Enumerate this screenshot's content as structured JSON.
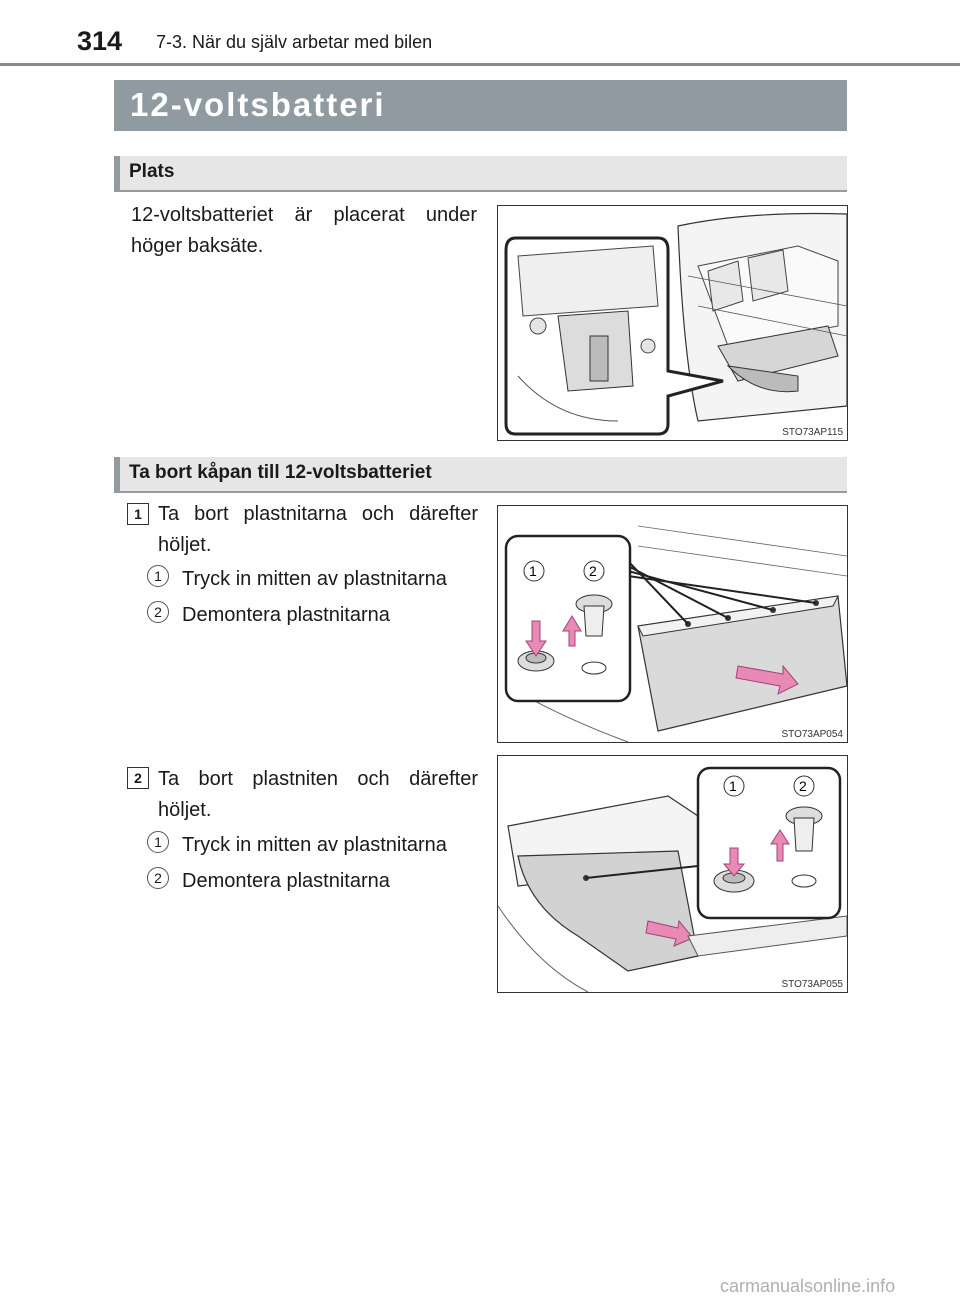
{
  "header": {
    "page_number": "314",
    "section": "7-3. När du själv arbetar med bilen"
  },
  "title": "12-voltsbatteri",
  "sections": [
    {
      "heading": "Plats",
      "text": "12-voltsbatteriet är placerat under höger baksäte.",
      "figure_code": "STO73AP115"
    },
    {
      "heading": "Ta bort kåpan till 12-voltsbatteriet"
    }
  ],
  "steps": [
    {
      "number": "1",
      "text": "Ta bort plastnitarna och därefter höljet.",
      "substeps": [
        {
          "number": "1",
          "text": "Tryck in mitten av plastnitarna"
        },
        {
          "number": "2",
          "text": "Demontera plastnitarna"
        }
      ],
      "figure_code": "STO73AP054",
      "callouts": [
        "1",
        "2"
      ]
    },
    {
      "number": "2",
      "text": "Ta bort plastniten och därefter höljet.",
      "substeps": [
        {
          "number": "1",
          "text": "Tryck in mitten av plastnitarna"
        },
        {
          "number": "2",
          "text": "Demontera plastnitarna"
        }
      ],
      "figure_code": "STO73AP055",
      "callouts": [
        "1",
        "2"
      ]
    }
  ],
  "footer": {
    "watermark": "carmanualsonline.info"
  },
  "colors": {
    "title_bar": "#8f9aa1",
    "arrow_pink": "#e88ab5",
    "section_bar": "#e6e6e6"
  }
}
